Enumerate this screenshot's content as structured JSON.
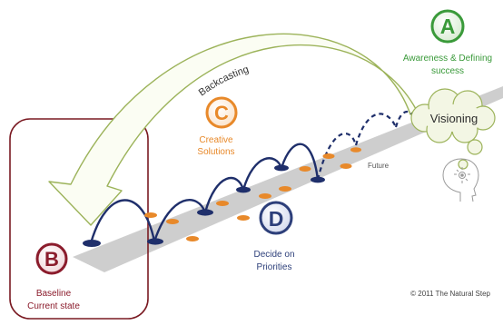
{
  "arrow_label": "Backcasting",
  "vision_label": "Visioning",
  "future_label": "Future",
  "copyright": "© 2011 The Natural Step",
  "steps": {
    "a": {
      "letter": "A",
      "line1": "Awareness & Defining",
      "line2": "success",
      "color": "#3a9a3a"
    },
    "b": {
      "letter": "B",
      "line1": "Baseline",
      "line2": "Current state",
      "color": "#8b1c2c"
    },
    "c": {
      "letter": "C",
      "line1": "Creative",
      "line2": "Solutions",
      "color": "#e8892a"
    },
    "d": {
      "letter": "D",
      "line1": "Decide on",
      "line2": "Priorities",
      "color": "#2d3f7a"
    }
  },
  "colors": {
    "navy": "#1f2f6b",
    "orange": "#e8892a",
    "arrow_outline": "#9cb35a",
    "arrow_fill": "#fbfdf3",
    "cloud_fill": "#f3f6e4",
    "cloud_stroke": "#9cb35a",
    "road": "#c9c9c9",
    "baseline_box": "#7a1a22"
  }
}
